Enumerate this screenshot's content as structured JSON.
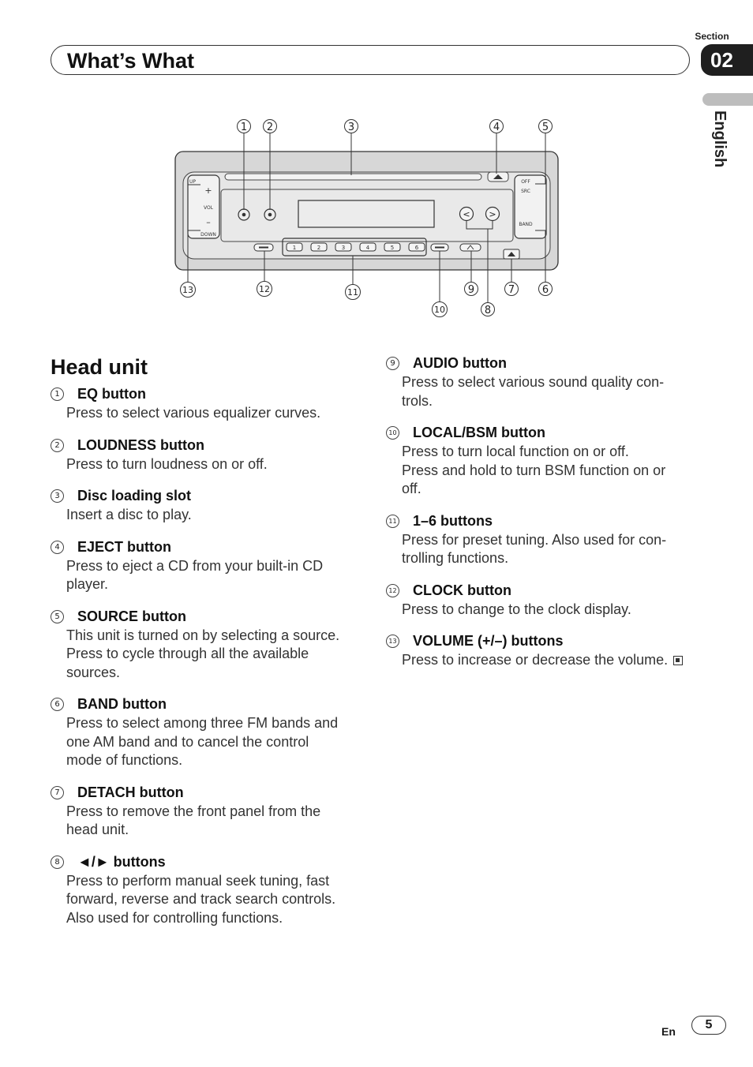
{
  "header": {
    "section_label": "Section",
    "section_number": "02",
    "title": "What’s What",
    "language": "English"
  },
  "figure": {
    "callouts": [
      "1",
      "2",
      "3",
      "4",
      "5",
      "6",
      "7",
      "8",
      "9",
      "10",
      "11",
      "12",
      "13"
    ],
    "panel_labels": {
      "up": "UP",
      "vol": "VOL",
      "down": "DOWN",
      "off": "OFF",
      "src": "SRC",
      "band": "BAND",
      "left_arrow": "<",
      "right_arrow": ">"
    },
    "preset_labels": [
      "1",
      "2",
      "3",
      "4",
      "5",
      "6"
    ]
  },
  "heading": "Head unit",
  "items": [
    {
      "num": "1",
      "title": "EQ button",
      "desc": [
        "Press to select various equalizer curves."
      ]
    },
    {
      "num": "2",
      "title": "LOUDNESS button",
      "desc": [
        "Press to turn loudness on or off."
      ]
    },
    {
      "num": "3",
      "title": "Disc loading slot",
      "desc": [
        "Insert a disc to play."
      ]
    },
    {
      "num": "4",
      "title": "EJECT button",
      "desc": [
        "Press to eject a CD from your built-in CD",
        "player."
      ]
    },
    {
      "num": "5",
      "title": "SOURCE button",
      "desc": [
        "This unit is turned on by selecting a source.",
        "Press to cycle through all the available",
        "sources."
      ]
    },
    {
      "num": "6",
      "title": "BAND button",
      "desc": [
        "Press to select among three FM bands and",
        "one AM band and to cancel the control",
        "mode of functions."
      ]
    },
    {
      "num": "7",
      "title": "DETACH button",
      "desc": [
        "Press to remove the front panel from the",
        "head unit."
      ]
    },
    {
      "num": "8",
      "title": "◄/► buttons",
      "desc": [
        "Press to perform manual seek tuning, fast",
        "forward, reverse and track search controls.",
        "Also used for controlling functions."
      ]
    },
    {
      "num": "9",
      "title": "AUDIO button",
      "desc": [
        "Press to select various sound quality con-",
        "trols."
      ]
    },
    {
      "num": "10",
      "title": "LOCAL/BSM button",
      "desc": [
        "Press to turn local function on or off.",
        "Press and hold to turn BSM function on or",
        "off."
      ]
    },
    {
      "num": "11",
      "title": "1–6 buttons",
      "desc": [
        "Press for preset tuning. Also used for con-",
        "trolling functions."
      ]
    },
    {
      "num": "12",
      "title": "CLOCK button",
      "desc": [
        "Press to change to the clock display."
      ]
    },
    {
      "num": "13",
      "title": "VOLUME (+/–) buttons",
      "desc": [
        "Press to increase or decrease the volume."
      ]
    }
  ],
  "footer": {
    "lang": "En",
    "page": "5"
  }
}
